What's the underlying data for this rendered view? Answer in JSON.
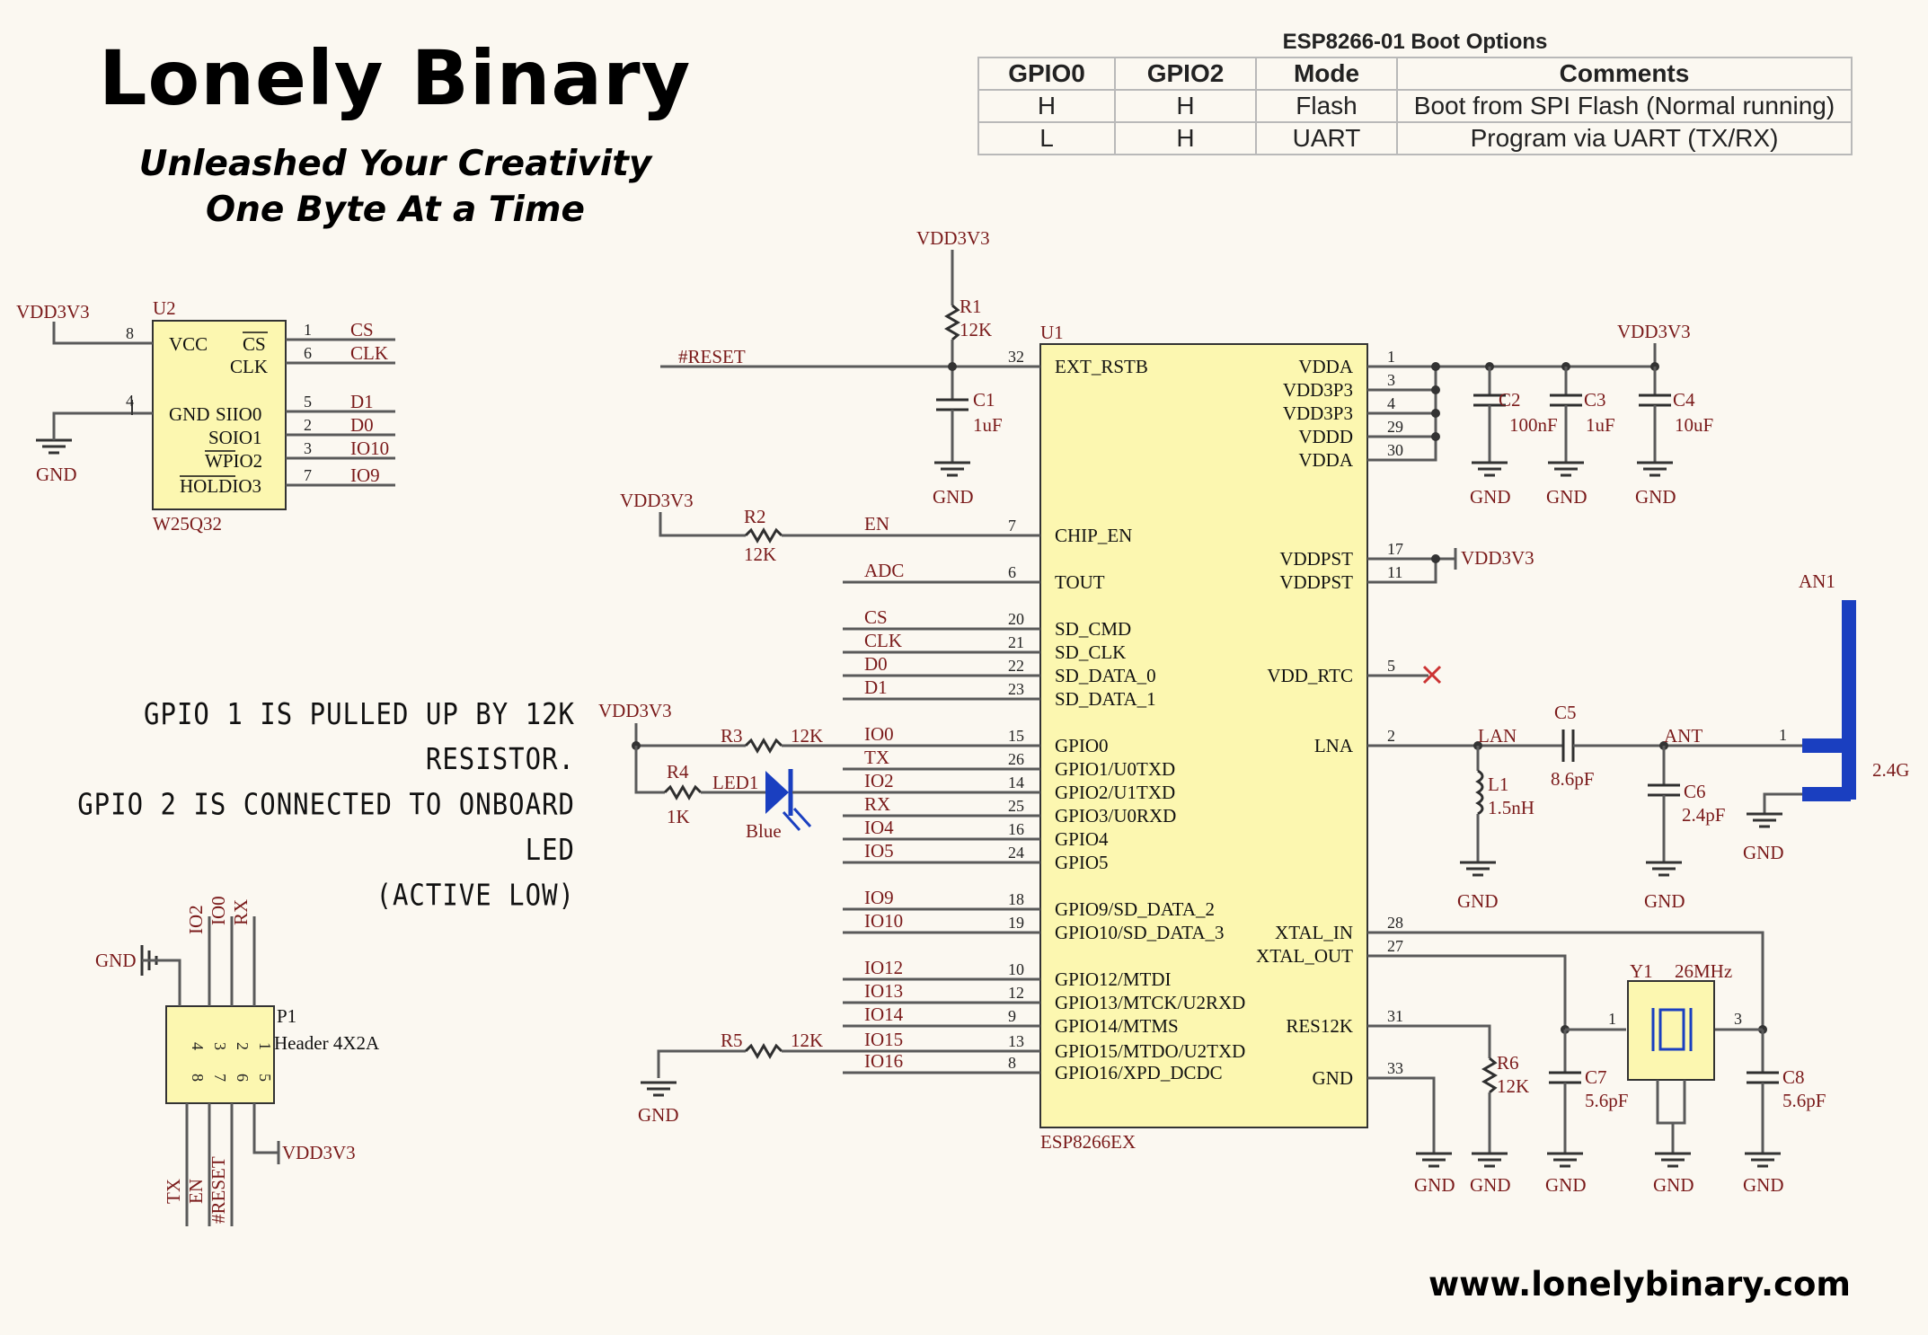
{
  "branding": {
    "title": "Lonely Binary",
    "tagline_1": "Unleashed Your Creativity",
    "tagline_2": "One Byte At a Time",
    "url": "www.lonelybinary.com"
  },
  "boot_table": {
    "caption": "ESP8266-01 Boot Options",
    "headers": [
      "GPIO0",
      "GPIO2",
      "Mode",
      "Comments"
    ],
    "rows": [
      [
        "H",
        "H",
        "Flash",
        "Boot from SPI Flash (Normal running)"
      ],
      [
        "L",
        "H",
        "UART",
        "Program via UART (TX/RX)"
      ]
    ]
  },
  "note": {
    "line_1": "GPIO 1 IS PULLED UP BY 12K RESISTOR.",
    "line_2": "GPIO 2 IS CONNECTED TO ONBOARD LED",
    "line_3": "(ACTIVE LOW)"
  },
  "colors": {
    "chip_fill": "#fcf7b0",
    "wire": "#5a5a5a",
    "label": "#7a1a1a",
    "led": "#1a3fc0"
  },
  "labels": {
    "vdd": "VDD3V3",
    "gnd": "GND",
    "reset": "#RESET",
    "en": "EN",
    "adc": "ADC",
    "cs": "CS",
    "clk": "CLK",
    "d0": "D0",
    "d1": "D1",
    "io0": "IO0",
    "tx": "TX",
    "io2": "IO2",
    "rx": "RX",
    "io4": "IO4",
    "io5": "IO5",
    "io9": "IO9",
    "io10": "IO10",
    "io12": "IO12",
    "io13": "IO13",
    "io14": "IO14",
    "io15": "IO15",
    "io16": "IO16",
    "lan": "LAN",
    "ant": "ANT",
    "an1": "AN1",
    "ant_freq": "2.4G"
  },
  "components": {
    "r1": {
      "ref": "R1",
      "value": "12K"
    },
    "r2": {
      "ref": "R2",
      "value": "12K"
    },
    "r3": {
      "ref": "R3",
      "value": "12K"
    },
    "r4": {
      "ref": "R4",
      "value": "1K"
    },
    "r5": {
      "ref": "R5",
      "value": "12K"
    },
    "r6": {
      "ref": "R6",
      "value": "12K"
    },
    "c1": {
      "ref": "C1",
      "value": "1uF"
    },
    "c2": {
      "ref": "C2",
      "value": "100nF"
    },
    "c3": {
      "ref": "C3",
      "value": "1uF"
    },
    "c4": {
      "ref": "C4",
      "value": "10uF"
    },
    "c5": {
      "ref": "C5",
      "value": "8.6pF"
    },
    "c6": {
      "ref": "C6",
      "value": "2.4pF"
    },
    "c7": {
      "ref": "C7",
      "value": "5.6pF"
    },
    "c8": {
      "ref": "C8",
      "value": "5.6pF"
    },
    "l1": {
      "ref": "L1",
      "value": "1.5nH"
    },
    "y1": {
      "ref": "Y1",
      "value": "26MHz"
    },
    "led1": {
      "ref": "LED1",
      "value": "Blue"
    }
  },
  "u1": {
    "ref": "U1",
    "part": "ESP8266EX",
    "left_pins": [
      {
        "num": "32",
        "name": "EXT_RSTB"
      },
      {
        "num": "7",
        "name": "CHIP_EN"
      },
      {
        "num": "6",
        "name": "TOUT"
      },
      {
        "num": "20",
        "name": "SD_CMD"
      },
      {
        "num": "21",
        "name": "SD_CLK"
      },
      {
        "num": "22",
        "name": "SD_DATA_0"
      },
      {
        "num": "23",
        "name": "SD_DATA_1"
      },
      {
        "num": "15",
        "name": "GPIO0"
      },
      {
        "num": "26",
        "name": "GPIO1/U0TXD"
      },
      {
        "num": "14",
        "name": "GPIO2/U1TXD"
      },
      {
        "num": "25",
        "name": "GPIO3/U0RXD"
      },
      {
        "num": "16",
        "name": "GPIO4"
      },
      {
        "num": "24",
        "name": "GPIO5"
      },
      {
        "num": "18",
        "name": "GPIO9/SD_DATA_2"
      },
      {
        "num": "19",
        "name": "GPIO10/SD_DATA_3"
      },
      {
        "num": "10",
        "name": "GPIO12/MTDI"
      },
      {
        "num": "12",
        "name": "GPIO13/MTCK/U2RXD"
      },
      {
        "num": "9",
        "name": "GPIO14/MTMS"
      },
      {
        "num": "13",
        "name": "GPIO15/MTDO/U2TXD"
      },
      {
        "num": "8",
        "name": "GPIO16/XPD_DCDC"
      }
    ],
    "right_pins": [
      {
        "num": "1",
        "name": "VDDA"
      },
      {
        "num": "3",
        "name": "VDD3P3"
      },
      {
        "num": "4",
        "name": "VDD3P3"
      },
      {
        "num": "29",
        "name": "VDDD"
      },
      {
        "num": "30",
        "name": "VDDA"
      },
      {
        "num": "17",
        "name": "VDDPST"
      },
      {
        "num": "11",
        "name": "VDDPST"
      },
      {
        "num": "5",
        "name": "VDD_RTC"
      },
      {
        "num": "2",
        "name": "LNA"
      },
      {
        "num": "28",
        "name": "XTAL_IN"
      },
      {
        "num": "27",
        "name": "XTAL_OUT"
      },
      {
        "num": "31",
        "name": "RES12K"
      },
      {
        "num": "33",
        "name": "GND"
      }
    ]
  },
  "u2": {
    "ref": "U2",
    "part": "W25Q32",
    "pins": [
      {
        "num": "8",
        "name": "VCC"
      },
      {
        "num": "4",
        "name": "GND"
      },
      {
        "num": "1",
        "name": "CS",
        "net": "CS"
      },
      {
        "num": "6",
        "name": "CLK",
        "net": "CLK"
      },
      {
        "num": "5",
        "name": "SIIO0",
        "net": "D1"
      },
      {
        "num": "2",
        "name": "SOIO1",
        "net": "D0"
      },
      {
        "num": "3",
        "name": "WPIO2",
        "net": "IO10"
      },
      {
        "num": "7",
        "name": "HOLDIO3",
        "net": "IO9"
      }
    ]
  },
  "p1": {
    "ref": "P1",
    "part": "Header 4X2A",
    "top_nets": [
      "IO2",
      "IO0",
      "RX"
    ],
    "bottom_nets": [
      "TX",
      "EN",
      "#RESET"
    ],
    "pin_numbers_top": [
      "4",
      "3",
      "2",
      "1"
    ],
    "pin_numbers_bottom": [
      "8",
      "7",
      "6",
      "5"
    ]
  },
  "y1_pins": [
    "1",
    "3"
  ]
}
